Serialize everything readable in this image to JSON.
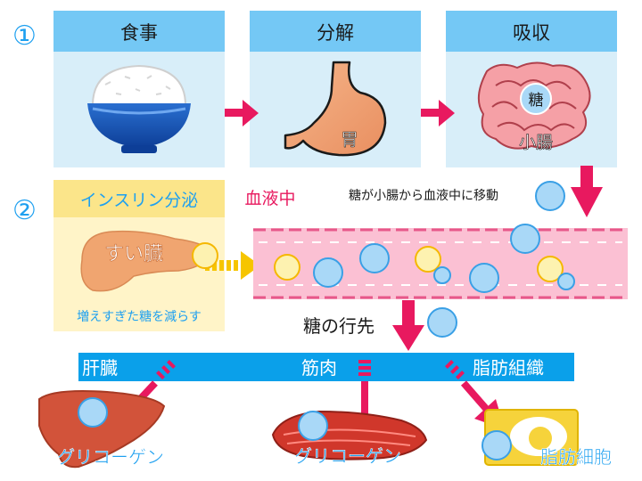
{
  "step_markers": {
    "one": "①",
    "two": "②"
  },
  "row1": {
    "panels": [
      {
        "header": "食事",
        "label": ""
      },
      {
        "header": "分解",
        "label": "胃"
      },
      {
        "header": "吸収",
        "label": "小腸",
        "badge": "糖"
      }
    ]
  },
  "row2": {
    "insulin_header": "インスリン分泌",
    "pancreas_label": "すい臓",
    "insulin_caption": "増えすぎた糖を減らす",
    "blood_tag": "血液中",
    "move_caption": "糖が小腸から血液中に移動",
    "destination_label": "糖の行先"
  },
  "destinations": {
    "liver": {
      "title": "肝臓",
      "result": "グリコーゲン"
    },
    "muscle": {
      "title": "筋肉",
      "result": "グリコーゲン"
    },
    "fat": {
      "title": "脂肪組織",
      "result": "脂肪細胞"
    }
  },
  "colors": {
    "panel_header": "#74c8f5",
    "panel_body": "#d8eef9",
    "arrow_pink": "#e8195f",
    "bar_blue": "#0aa0ea",
    "insulin_header": "#fbe58a",
    "insulin_body": "#fff4c8",
    "vessel_pink": "#fbc0d3",
    "sugar_blue": "#a9d8f7",
    "insulin_yellow": "#fdf2b0"
  }
}
